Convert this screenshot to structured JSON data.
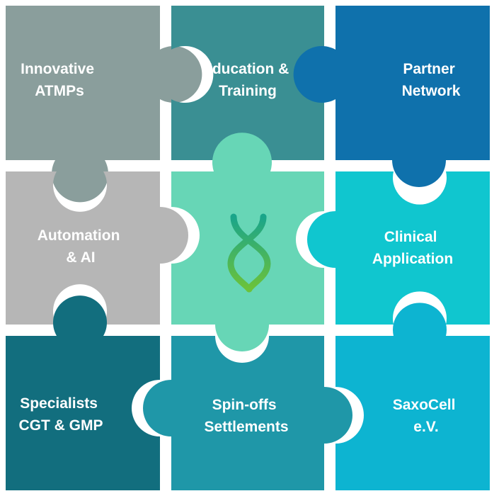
{
  "pieces": {
    "p00": {
      "lines": [
        "Innovative",
        "ATMPs"
      ],
      "color": "#8a9e9c"
    },
    "p01": {
      "lines": [
        "Education &",
        "Training"
      ],
      "color": "#3a8f93"
    },
    "p02": {
      "lines": [
        "Partner",
        "Network"
      ],
      "color": "#0f71ac"
    },
    "p10": {
      "lines": [
        "Automation",
        "& AI"
      ],
      "color": "#b6b6b6"
    },
    "p11": {
      "lines": [],
      "color": "#67d6b6"
    },
    "p12": {
      "lines": [
        "Clinical",
        "Application"
      ],
      "color": "#10c6cf"
    },
    "p20": {
      "lines": [
        "Specialists",
        "CGT & GMP"
      ],
      "color": "#126e7e"
    },
    "p21": {
      "lines": [
        "Spin-offs",
        "Settlements"
      ],
      "color": "#1f97a8"
    },
    "p22": {
      "lines": [
        "SaxoCell",
        "e.V."
      ],
      "color": "#0db4d1"
    }
  },
  "center_icon": {
    "name": "dna-icon",
    "color_top": "#1aa58a",
    "color_bottom": "#6cc23a"
  }
}
